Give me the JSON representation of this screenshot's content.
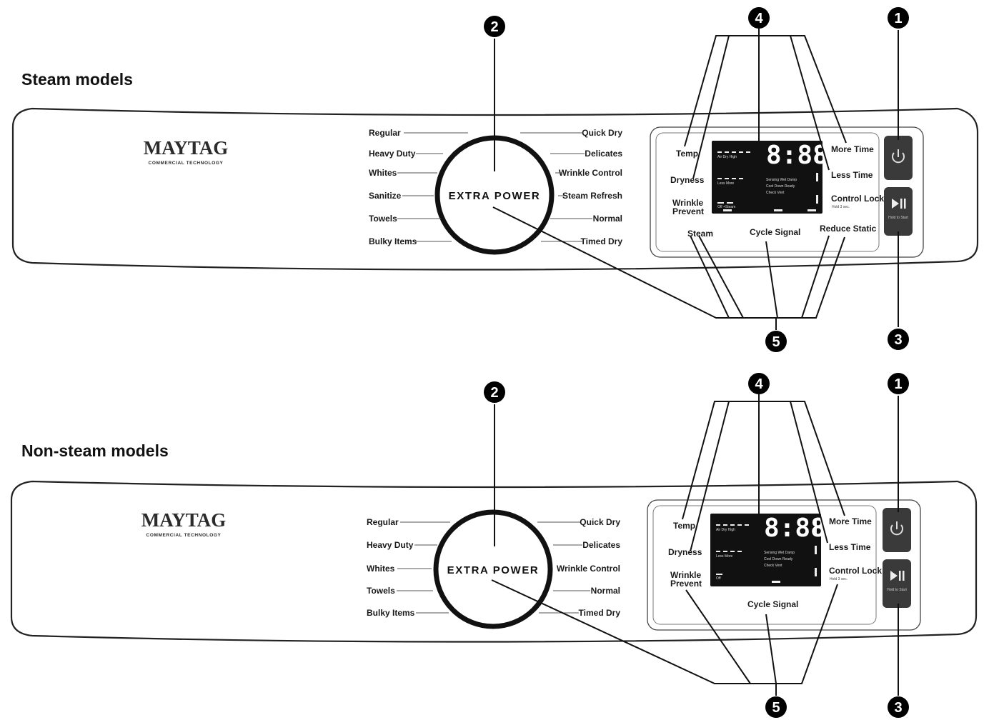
{
  "steam": {
    "title": "Steam models",
    "brand": "MAYTAG",
    "brand_sub": "COMMERCIAL TECHNOLOGY",
    "knob_label": "EXTRA POWER",
    "cycles_left": [
      "Regular",
      "Heavy Duty",
      "Whites",
      "Sanitize",
      "Towels",
      "Bulky Items"
    ],
    "cycles_right": [
      "Quick Dry",
      "Delicates",
      "Wrinkle Control",
      "Steam Refresh",
      "Normal",
      "Timed Dry"
    ],
    "options_left": [
      "Temp",
      "Dryness",
      "Wrinkle",
      "Prevent",
      "Steam"
    ],
    "options_right": [
      "More Time",
      "Less Time",
      "Control Lock",
      "Hold 3 sec.",
      "Reduce Static"
    ],
    "option_bottom": "Cycle Signal",
    "display": {
      "digits": "8:88",
      "temp_levels": "Air Dry   High",
      "dry_levels": "Less   More",
      "status1": "Sensing  Wet  Damp",
      "status2": "Cool Down   Ready",
      "status3": "Check Vent",
      "prevent_levels": "Off   +Steam"
    },
    "start_label": "Hold to Start",
    "callouts": [
      "1",
      "2",
      "3",
      "4",
      "5"
    ]
  },
  "nonsteam": {
    "title": "Non-steam models",
    "brand": "MAYTAG",
    "brand_sub": "COMMERCIAL TECHNOLOGY",
    "knob_label": "EXTRA POWER",
    "cycles_left": [
      "Regular",
      "Heavy Duty",
      "Whites",
      "Towels",
      "Bulky Items"
    ],
    "cycles_right": [
      "Quick Dry",
      "Delicates",
      "Wrinkle Control",
      "Normal",
      "Timed Dry"
    ],
    "options_left": [
      "Temp",
      "Dryness",
      "Wrinkle",
      "Prevent"
    ],
    "options_right": [
      "More Time",
      "Less Time",
      "Control Lock",
      "Hold 3 sec."
    ],
    "option_bottom": "Cycle Signal",
    "display": {
      "digits": "8:88",
      "temp_levels": "Air Dry   High",
      "dry_levels": "Less   More",
      "status1": "Sensing  Wet  Damp",
      "status2": "Cool Down   Ready",
      "status3": "Check Vent",
      "prevent_levels": "Off"
    },
    "start_label": "Hold to Start",
    "callouts": [
      "1",
      "2",
      "3",
      "4",
      "5"
    ]
  },
  "colors": {
    "ink": "#1a1a1a",
    "display_bg": "#111111",
    "button_bg": "#3a3a3a",
    "callout_bg": "#000000"
  },
  "icons": [
    "power-icon",
    "play-pause-icon"
  ]
}
